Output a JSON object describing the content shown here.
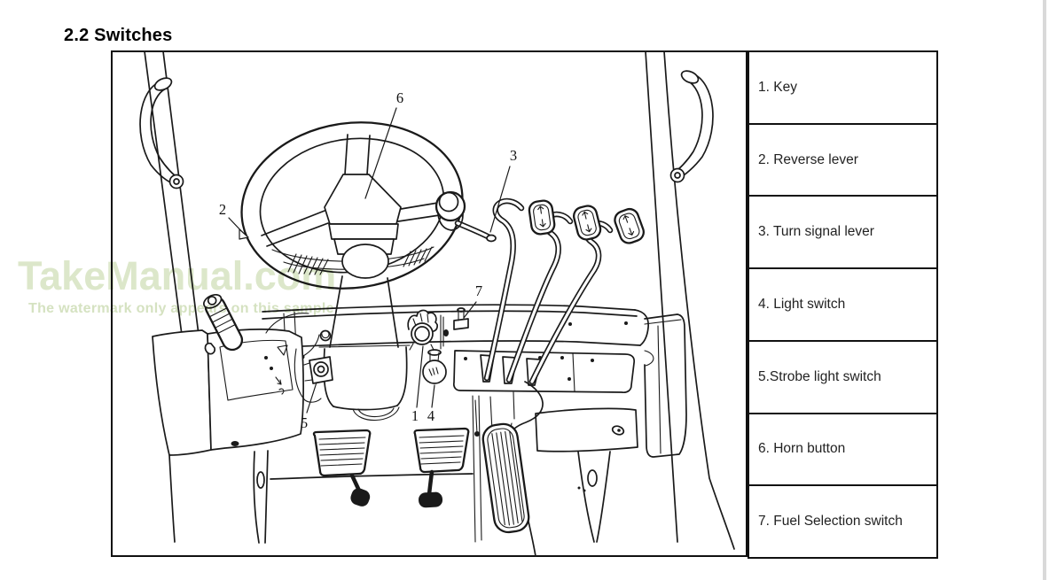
{
  "page": {
    "heading": "2.2 Switches"
  },
  "watermark": {
    "title": "TakeManual.com",
    "subtitle": "The watermark only appears on this sample"
  },
  "figure": {
    "description": "line drawing of operator cab: steering wheel, levers, switches and pedals",
    "callouts": {
      "c1": "1",
      "c2": "2",
      "c3": "3",
      "c4": "4",
      "c5": "5",
      "c6": "6",
      "c7": "7"
    }
  },
  "legend": {
    "rows": [
      {
        "label": "1. Key"
      },
      {
        "label": "2. Reverse lever"
      },
      {
        "label": "3. Turn signal lever"
      },
      {
        "label": "4. Light switch"
      },
      {
        "label": "5.Strobe light switch"
      },
      {
        "label": "6. Horn button"
      },
      {
        "label": "7. Fuel Selection switch"
      }
    ]
  },
  "colors": {
    "ink": "#1a1a1a",
    "watermark_title": "#dce7ca",
    "watermark_subtitle": "#d5e2c1",
    "page_edge": "#d9d9d9"
  }
}
